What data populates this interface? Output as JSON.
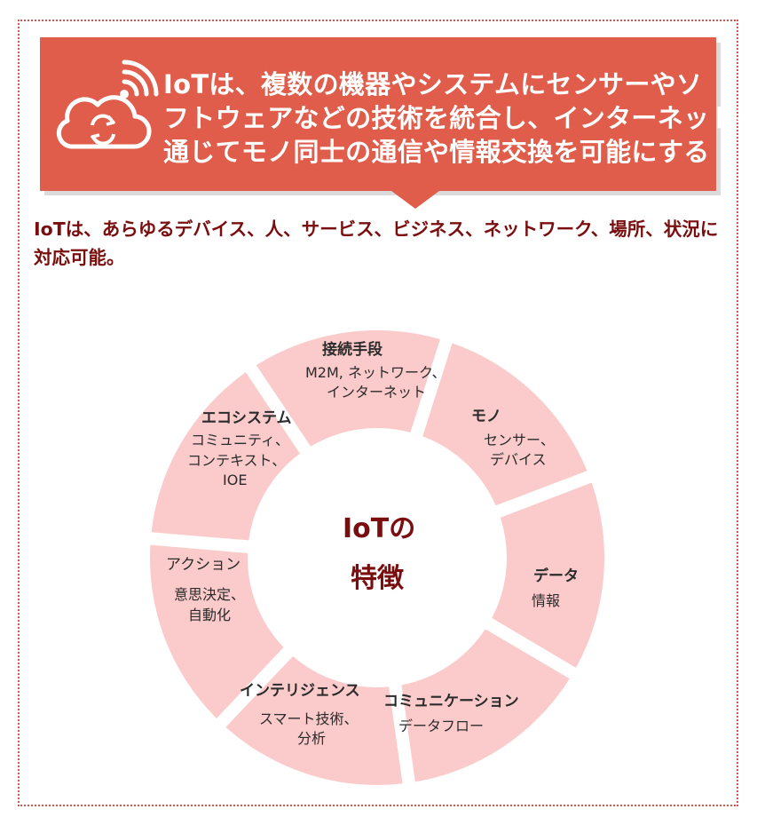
{
  "banner": {
    "lines": [
      "IoTは、複数の機器やシステムにセンサーやソ",
      "フトウェアなどの技術を統合し、インターネットを",
      "通じてモノ同士の通信や情報交換を可能にする"
    ],
    "icons": [
      "wifi-signal-icon",
      "cloud-sync-icon"
    ],
    "color": "#e05c4b"
  },
  "subtitle": "IoTは、あらゆるデバイス、人、サービス、ビジネス、ネットワーク、場所、状況に対応可能。",
  "wheel": {
    "segment_color": "#fbcaca",
    "center": {
      "line1": "IoTの",
      "line2": "特徴"
    },
    "segments": [
      {
        "title": "接続手段",
        "lines": [
          "M2M, ネットワーク、",
          "インターネット"
        ]
      },
      {
        "title": "モノ",
        "lines": [
          "センサー、",
          "デバイス"
        ]
      },
      {
        "title": "データ",
        "lines": [
          "情報"
        ]
      },
      {
        "title": "コミュニケーション",
        "lines": [
          "データフロー"
        ]
      },
      {
        "title": "インテリジェンス",
        "lines": [
          "スマート技術、",
          "分析"
        ]
      },
      {
        "title": "アクション",
        "lines": [
          "意思決定、",
          "自動化"
        ]
      },
      {
        "title": "エコシステム",
        "lines": [
          "コミュニティ、",
          "コンテキスト、",
          "IOE"
        ]
      }
    ]
  }
}
